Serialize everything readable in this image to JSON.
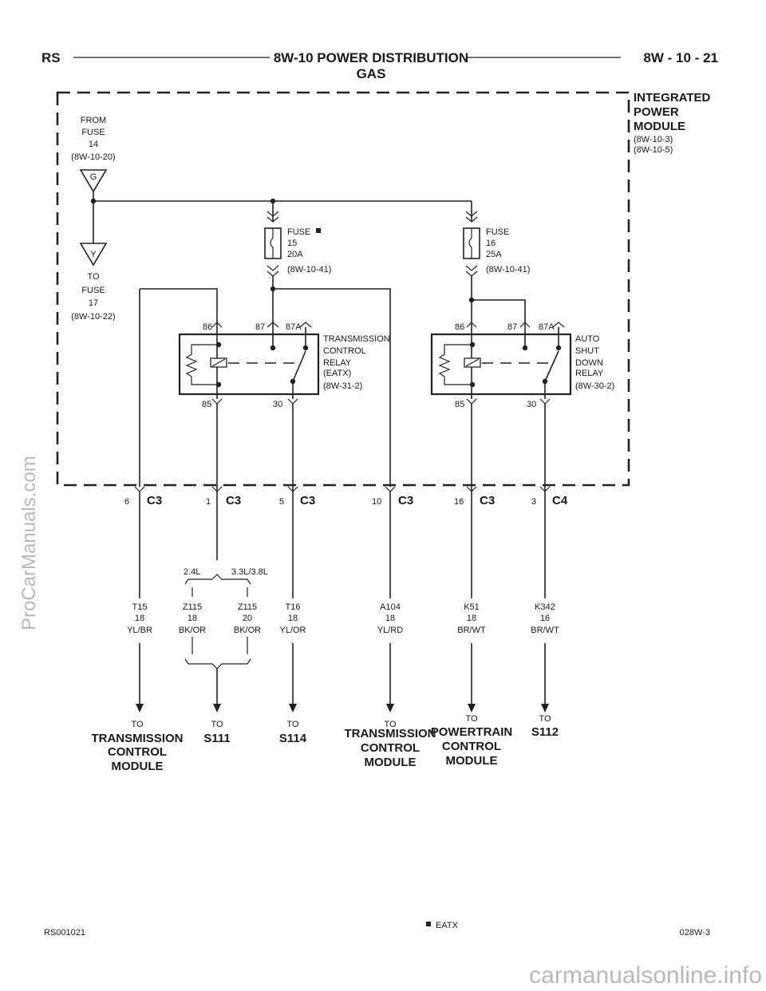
{
  "header": {
    "left": "RS",
    "title_line1": "8W-10 POWER DISTRIBUTION",
    "title_line2": "GAS",
    "right": "8W - 10 - 21"
  },
  "module": {
    "name_lines": [
      "INTEGRATED",
      "POWER",
      "MODULE"
    ],
    "refs": [
      "(8W-10-3)",
      "(8W-10-5)"
    ]
  },
  "from_fuse": {
    "lines": [
      "FROM",
      "FUSE",
      "14",
      "(8W-10-20)"
    ],
    "pin": "G"
  },
  "to_fuse": {
    "pin": "Y",
    "lines": [
      "TO",
      "FUSE",
      "17",
      "(8W-10-22)"
    ]
  },
  "fuse15": {
    "lines": [
      "FUSE",
      "15",
      "20A",
      "(8W-10-41)"
    ]
  },
  "fuse16": {
    "lines": [
      "FUSE",
      "16",
      "25A",
      "(8W-10-41)"
    ]
  },
  "relay_tcr": {
    "pins": [
      "86",
      "87",
      "87A",
      "85",
      "30"
    ],
    "lines": [
      "TRANSMISSION",
      "CONTROL",
      "RELAY",
      "(EATX)",
      "(8W-31-2)"
    ]
  },
  "relay_asd": {
    "pins": [
      "86",
      "87",
      "87A",
      "85",
      "30"
    ],
    "lines": [
      "AUTO",
      "SHUT",
      "DOWN",
      "RELAY",
      "(8W-30-2)"
    ]
  },
  "connectors": [
    {
      "pin": "6",
      "name": "C3"
    },
    {
      "pin": "1",
      "name": "C3"
    },
    {
      "pin": "5",
      "name": "C3"
    },
    {
      "pin": "10",
      "name": "C3"
    },
    {
      "pin": "16",
      "name": "C3"
    },
    {
      "pin": "3",
      "name": "C4"
    }
  ],
  "split": {
    "left": "2.4L",
    "right": "3.3L/3.8L"
  },
  "wires": [
    {
      "circuit": "T15",
      "gauge": "18",
      "color": "YL/BR"
    },
    {
      "circuit": "Z115",
      "gauge": "18",
      "color": "BK/OR"
    },
    {
      "circuit": "Z115",
      "gauge": "20",
      "color": "BK/OR"
    },
    {
      "circuit": "T16",
      "gauge": "18",
      "color": "YL/OR"
    },
    {
      "circuit": "A104",
      "gauge": "18",
      "color": "YL/RD"
    },
    {
      "circuit": "K51",
      "gauge": "18",
      "color": "BR/WT"
    },
    {
      "circuit": "K342",
      "gauge": "16",
      "color": "BR/WT"
    }
  ],
  "destinations": [
    {
      "to": "TO",
      "lines": [
        "TRANSMISSION",
        "CONTROL",
        "MODULE"
      ]
    },
    {
      "to": "TO",
      "lines": [
        "S111"
      ]
    },
    {
      "to": "TO",
      "lines": [
        "S114"
      ]
    },
    {
      "to": "TO",
      "lines": [
        "TRANSMISSION",
        "CONTROL",
        "MODULE"
      ]
    },
    {
      "to": "TO",
      "lines": [
        "POWERTRAIN",
        "CONTROL",
        "MODULE"
      ]
    },
    {
      "to": "TO",
      "lines": [
        "S112"
      ]
    }
  ],
  "footer": {
    "left": "RS001021",
    "note": "EATX",
    "right": "028W-3"
  },
  "watermarks": {
    "left": "ProCarManuals.com",
    "bottom": "carmanualsonline.info"
  }
}
